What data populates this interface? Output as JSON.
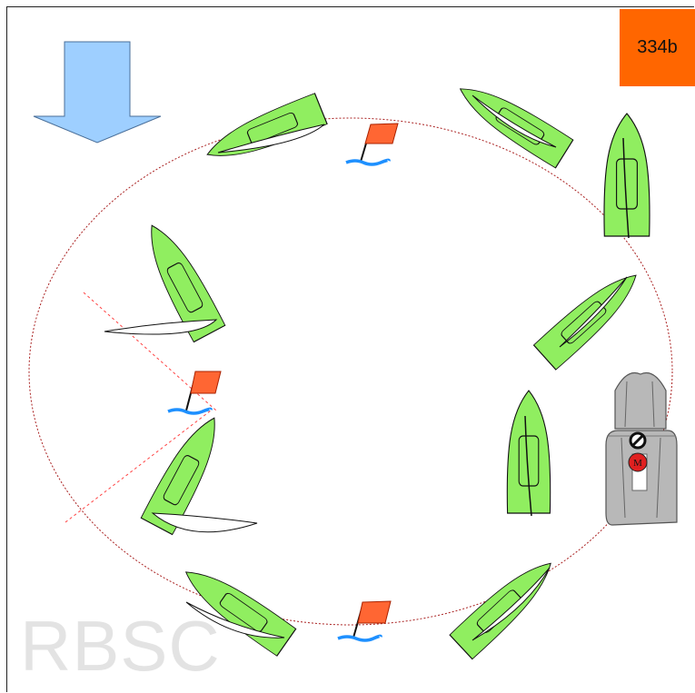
{
  "diagram_id": "334b",
  "watermark": "RBSC",
  "committee_boat_marks": {
    "top": "⊘",
    "bottom": "M"
  },
  "colors": {
    "boat_hull": "#90ee60",
    "sail": "#ffffff",
    "flag": "#ff6633",
    "water": "#1e90ff",
    "wind_arrow": "#9ecfff",
    "course_path": "#aa2222",
    "committee_boat": "#b8b8b8",
    "label_bg": "#ff6600"
  },
  "icons": [
    "wind-arrow-icon",
    "mark-flag-icon",
    "committee-boat-icon",
    "sailboat-icon"
  ]
}
